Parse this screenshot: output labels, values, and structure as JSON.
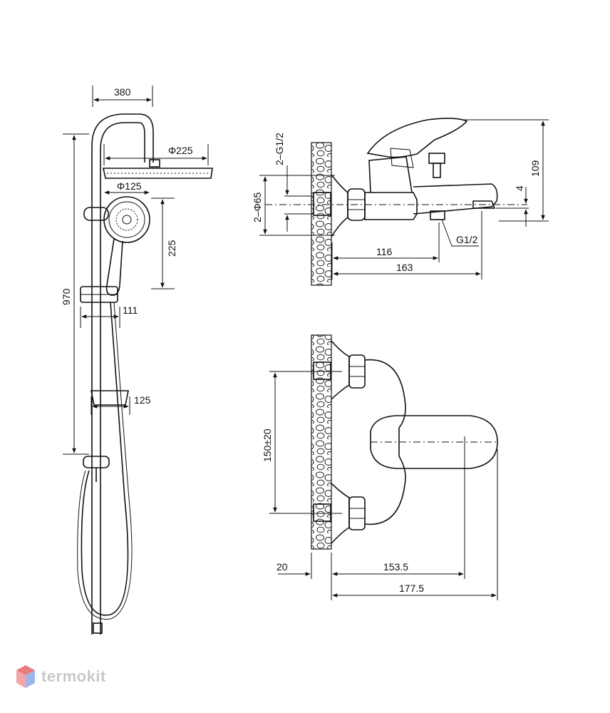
{
  "watermark": {
    "text": "termokit",
    "icon": "cube-logo-icon",
    "color_main": "#c9c9c9",
    "color_red": "#e87b7b",
    "color_blue": "#9fb6e6"
  },
  "shower_system": {
    "width_label": "380",
    "head_diameter_label": "Φ225",
    "hand_diameter_label": "Φ125",
    "hand_drop_label": "225",
    "height_label": "970",
    "slider_depth_label": "111",
    "shelf_depth_label": "125"
  },
  "mixer_side": {
    "inlet_thread_label": "2–G1/2",
    "flange_diameter_label": "2–Φ65",
    "height_label": "109",
    "spout_gap_label": "4",
    "outlet_thread_label": "G1/2",
    "spout_reach_label": "116",
    "total_depth_label": "163"
  },
  "mixer_top": {
    "centers_label": "150±20",
    "wall_offset_label": "20",
    "lever_reach_label": "153.5",
    "total_reach_label": "177.5"
  }
}
